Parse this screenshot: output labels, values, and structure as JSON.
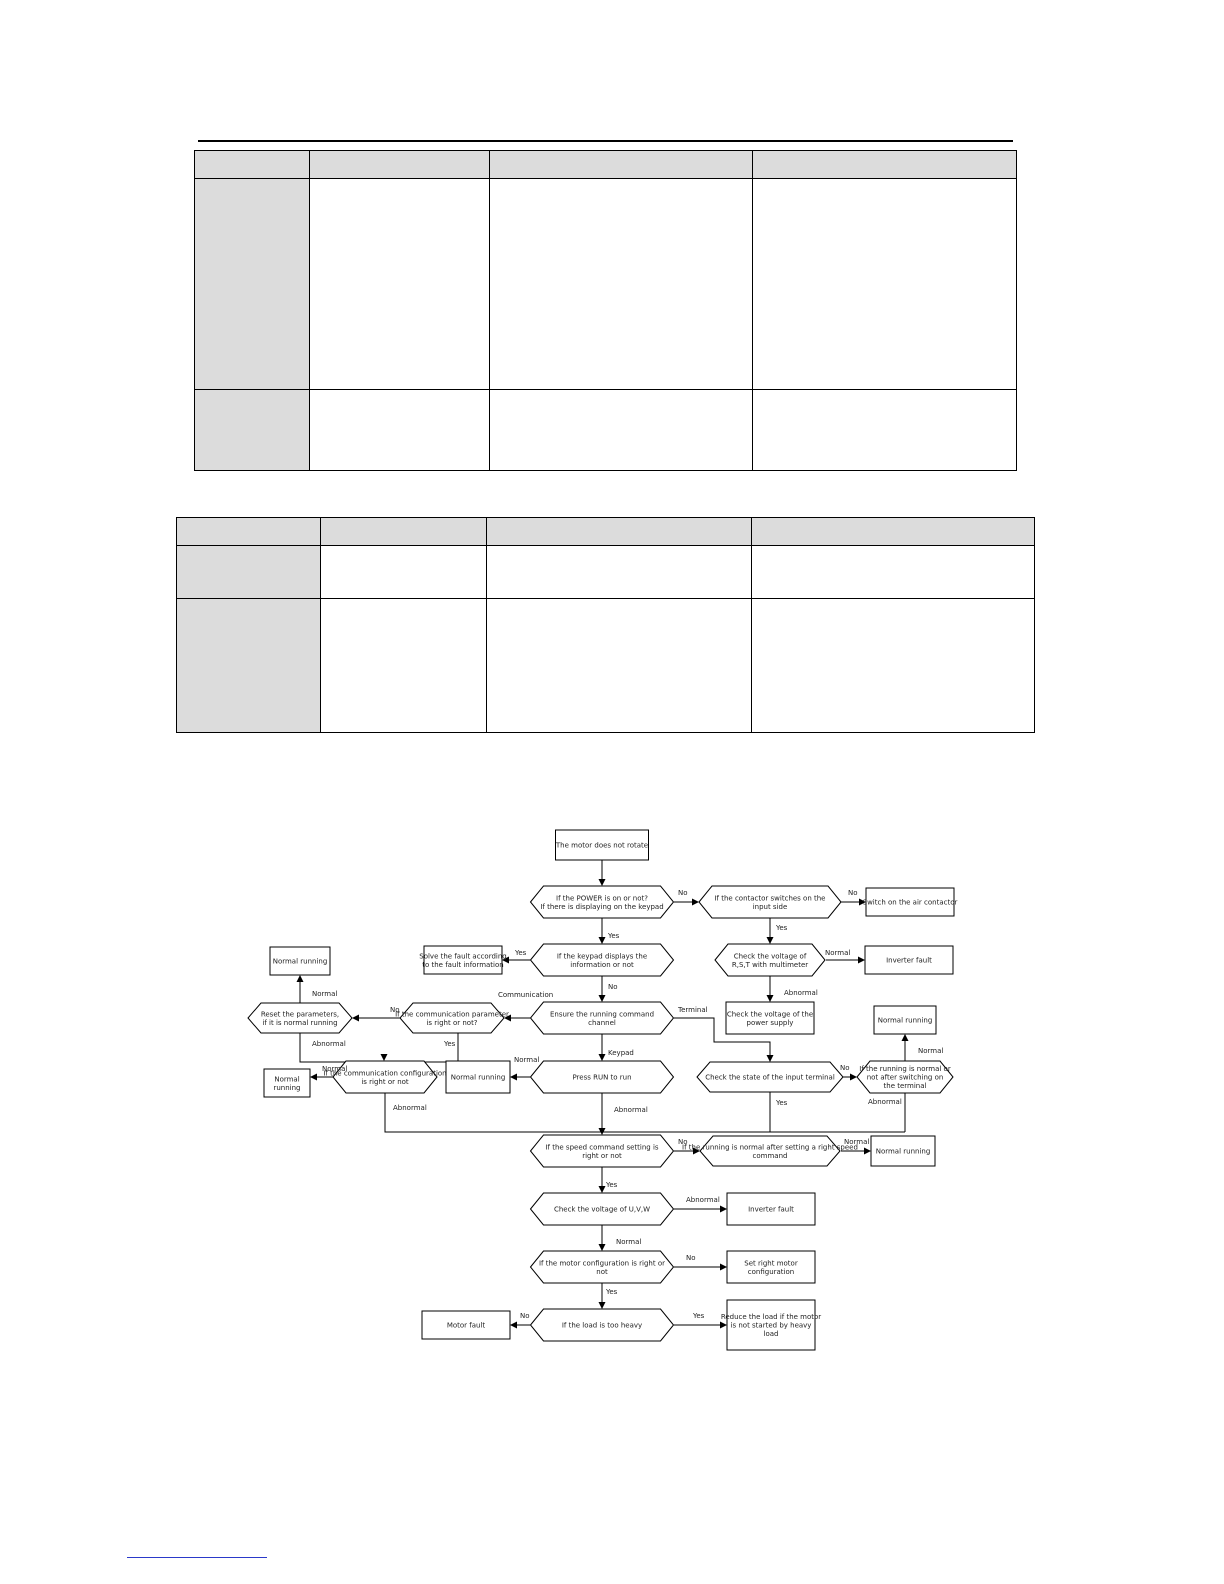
{
  "flowchart": {
    "nodes": [
      {
        "id": "start",
        "text": "The motor does not rotate"
      },
      {
        "id": "power",
        "text": "If the POWER is on or not?|If there is displaying on the keypad"
      },
      {
        "id": "contactor",
        "text": "If the contactor switches on the|input side"
      },
      {
        "id": "switch_on",
        "text": "Switch on the air contactor"
      },
      {
        "id": "keypad_fault",
        "text": "If the keypad displays the|information or not"
      },
      {
        "id": "solve_fault",
        "text": "Solve the fault according|to the fault information"
      },
      {
        "id": "check_volt",
        "text": "Check the voltage of|R,S,T with multimeter"
      },
      {
        "id": "inv_fault_1",
        "text": "Inverter fault"
      },
      {
        "id": "check_supply",
        "text": "Check the voltage of the|power supply"
      },
      {
        "id": "ensure_cmd",
        "text": "Ensure the running command|channel"
      },
      {
        "id": "comm_param",
        "text": "If the communication parameter|is right or not?"
      },
      {
        "id": "reset_param",
        "text": "Reset the parameters,|if it is normal running"
      },
      {
        "id": "normal_1",
        "text": "Normal running"
      },
      {
        "id": "comm_config",
        "text": "If the communication configuration|is right or not"
      },
      {
        "id": "normal_2",
        "text": "Normal|running"
      },
      {
        "id": "normal_3",
        "text": "Normal running"
      },
      {
        "id": "press_run",
        "text": "Press RUN to run"
      },
      {
        "id": "check_input",
        "text": "Check the state of the input terminal"
      },
      {
        "id": "terminal_switch",
        "text": "If the running is normal or|not after switching on|the terminal"
      },
      {
        "id": "normal_4",
        "text": "Normal running"
      },
      {
        "id": "speed_cmd",
        "text": "If the speed command setting is|right or not"
      },
      {
        "id": "running_speed",
        "text": "If the running is normal after setting a right speed|command"
      },
      {
        "id": "normal_5",
        "text": "Normal running"
      },
      {
        "id": "check_uvw",
        "text": "Check the voltage of U,V,W"
      },
      {
        "id": "inv_fault_2",
        "text": "Inverter fault"
      },
      {
        "id": "motor_config",
        "text": "If the motor configuration is right or|not"
      },
      {
        "id": "set_config",
        "text": "Set right motor|configuration"
      },
      {
        "id": "load_heavy",
        "text": "If the load is too heavy"
      },
      {
        "id": "motor_fault",
        "text": "Motor fault"
      },
      {
        "id": "reduce_load",
        "text": "Reduce the load if the motor|is not started by heavy|load"
      }
    ],
    "labels": {
      "no": "No",
      "yes": "Yes",
      "normal": "Normal",
      "abnormal": "Abnormal",
      "communication": "Communication",
      "terminal": "Terminal",
      "keypad": "Keypad"
    }
  }
}
